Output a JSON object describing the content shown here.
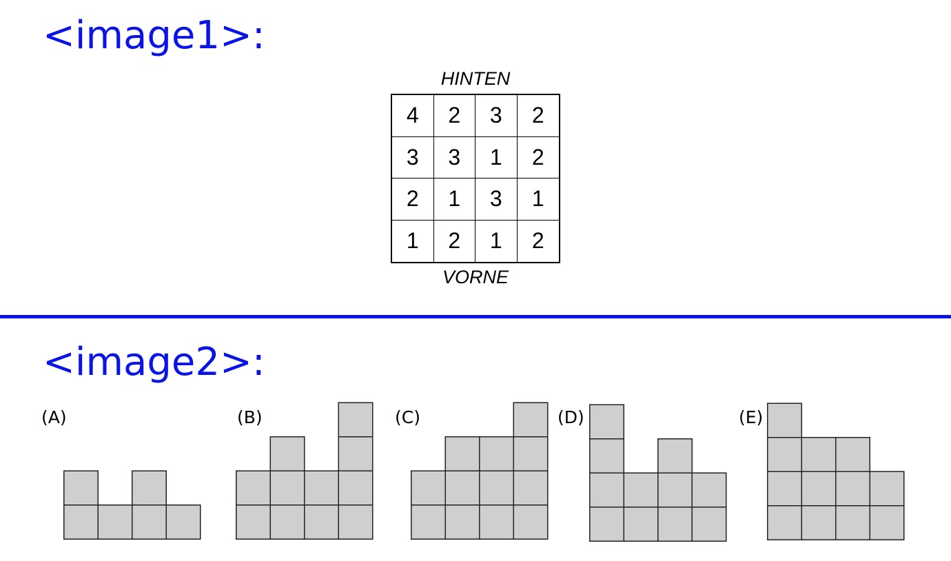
{
  "headings": {
    "image1": "<image1>:",
    "image2": "<image2>:"
  },
  "colors": {
    "heading": "#0a14e6",
    "divider": "#0a14e6",
    "block_fill": "#cfcfcf",
    "block_stroke": "#222222"
  },
  "grid_view": {
    "back_label": "HINTEN",
    "front_label": "VORNE",
    "rows": [
      [
        4,
        2,
        3,
        2
      ],
      [
        3,
        3,
        1,
        2
      ],
      [
        2,
        1,
        3,
        1
      ],
      [
        1,
        2,
        1,
        2
      ]
    ]
  },
  "options": [
    {
      "label": "(A)",
      "column_heights": [
        2,
        1,
        2,
        1
      ]
    },
    {
      "label": "(B)",
      "column_heights": [
        2,
        3,
        2,
        4
      ]
    },
    {
      "label": "(C)",
      "column_heights": [
        2,
        3,
        3,
        4
      ]
    },
    {
      "label": "(D)",
      "column_heights": [
        4,
        2,
        3,
        2
      ]
    },
    {
      "label": "(E)",
      "column_heights": [
        4,
        3,
        3,
        2
      ]
    }
  ]
}
